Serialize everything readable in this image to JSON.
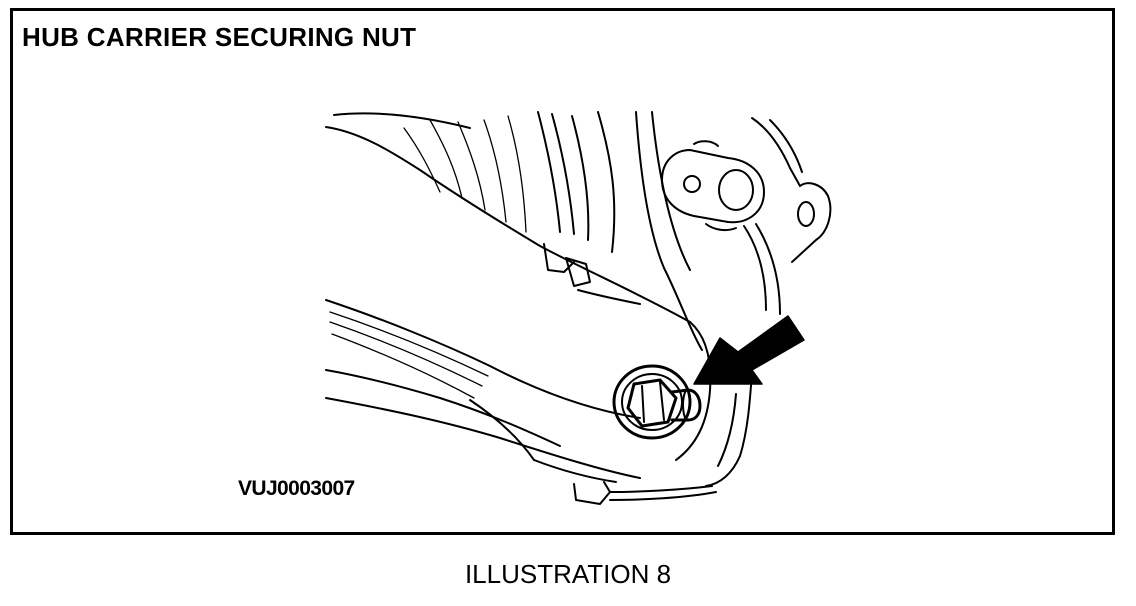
{
  "figure": {
    "title": "HUB CARRIER SECURING NUT",
    "reference_code": "VUJ0003007",
    "caption": "ILLUSTRATION 8",
    "line_color": "#000000",
    "background_color": "#ffffff"
  },
  "parts": [
    {
      "name": "hub-carrier"
    },
    {
      "name": "lower-arm"
    },
    {
      "name": "securing-nut"
    },
    {
      "name": "indicator-arrow"
    }
  ]
}
